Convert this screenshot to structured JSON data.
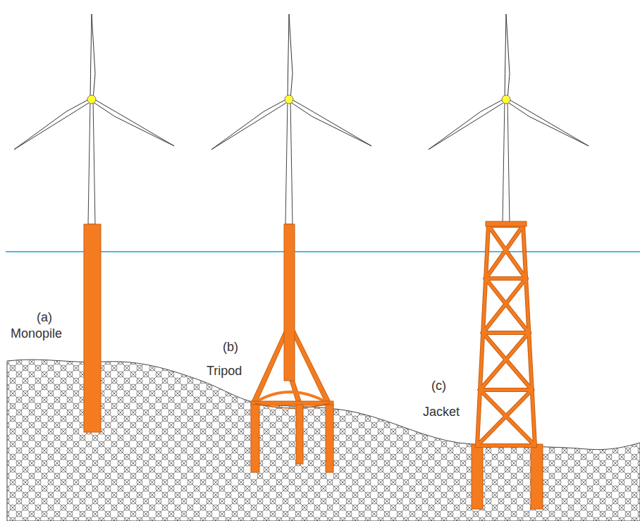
{
  "diagram": {
    "labels": [
      "(a)",
      "Monopile",
      "(b)",
      "Tripod",
      "(c)",
      "Jacket"
    ]
  }
}
